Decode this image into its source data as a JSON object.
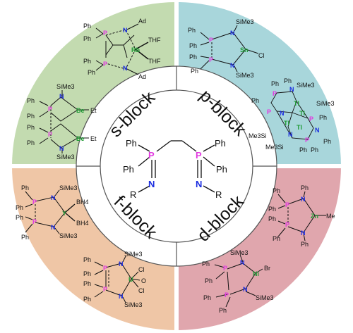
{
  "colors": {
    "s_block": "#c3dbb0",
    "p_block": "#a8d6db",
    "f_block": "#efc6a6",
    "d_block": "#e0a6ad",
    "phosphorus": "#e23be0",
    "nitrogen": "#1c2ee0",
    "metal_green": "#1f9a34",
    "inner_ring": "#ffffff",
    "ring_stroke": "#555555"
  },
  "quadrants": {
    "s": {
      "label": "s-block"
    },
    "p": {
      "label": "p-block"
    },
    "f": {
      "label": "f-block"
    },
    "d": {
      "label": "d-block"
    }
  },
  "center_ligand": {
    "Ph_tl1": "Ph",
    "Ph_tl2": "Ph",
    "Ph_tr1": "Ph",
    "Ph_tr2": "Ph",
    "P_left": "P",
    "P_right": "P",
    "N_left": "N",
    "N_right": "N",
    "R_left": "R",
    "R_right": "R"
  },
  "s_molecules": {
    "rb": {
      "Ph1": "Ph",
      "Ph2": "Ph",
      "Ph3": "Ph",
      "Ph4": "Ph",
      "P1": "P",
      "P2": "P",
      "N1": "N",
      "N2": "N",
      "Ad1": "Ad",
      "Ad2": "Ad",
      "M": "Rb",
      "THF1": "THF",
      "THF2": "THF"
    },
    "be": {
      "Ph1": "Ph",
      "Ph2": "Ph",
      "Ph3": "Ph",
      "Ph4": "Ph",
      "P1": "P",
      "P2": "P",
      "N1": "N",
      "N2": "N",
      "Si1": "SiMe3",
      "Si2": "SiMe3",
      "M1": "Be",
      "M2": "Be",
      "Et1": "Et",
      "Et2": "Et"
    }
  },
  "p_molecules": {
    "sn": {
      "Ph1": "Ph",
      "Ph2": "Ph",
      "Ph3": "Ph",
      "Ph4": "Ph",
      "P1": "P",
      "P2": "P",
      "N1": "N",
      "N2": "N",
      "Si1": "SiMe3",
      "Si2": "SiMe3",
      "M": "Sn",
      "X": "Cl"
    },
    "cluster": {
      "Ph1": "Ph",
      "Ph2": "Ph",
      "Ph3": "Ph",
      "Ph4": "Ph",
      "Ph5": "Ph",
      "Ph6": "Ph",
      "Ph7": "Ph",
      "P1": "P",
      "P2": "P",
      "P3": "P",
      "P4": "P",
      "N1": "N",
      "N2": "N",
      "N3": "N",
      "N4": "N",
      "Tl1": "Tl",
      "Tl2": "Tl",
      "Tl3": "Tl",
      "Tl4": "Tl",
      "Si1": "SiMe3",
      "Si2": "SiMe3",
      "Si3": "Me3Si",
      "Si4": "Me3Si"
    }
  },
  "f_molecules": {
    "y": {
      "Ph1": "Ph",
      "Ph2": "Ph",
      "Ph3": "Ph",
      "Ph4": "Ph",
      "P1": "P",
      "P2": "P",
      "N1": "N",
      "N2": "N",
      "Si1": "SiMe3",
      "Si2": "SiMe3",
      "M": "Y",
      "BH1": "BH4",
      "BH2": "BH4"
    },
    "u": {
      "Ph1": "Ph",
      "Ph2": "Ph",
      "Ph3": "Ph",
      "Ph4": "Ph",
      "P1": "P",
      "P2": "P",
      "N1": "N",
      "N2": "N",
      "Si1": "SiMe3",
      "Si2": "SiMe3",
      "M": "U",
      "Cl1": "Cl",
      "Cl2": "Cl",
      "O": "O"
    }
  },
  "d_molecules": {
    "zn": {
      "Ph1": "Ph",
      "Ph2": "Ph",
      "Ph3": "Ph",
      "Ph4": "Ph",
      "Ph5": "Ph",
      "Ph6": "Ph",
      "P1": "P",
      "P2": "P",
      "N1": "N",
      "N2": "N",
      "M": "Zn",
      "Me": "Me"
    },
    "ni": {
      "Ph1": "Ph",
      "Ph2": "Ph",
      "Ph3": "Ph",
      "Ph4": "Ph",
      "P1": "P",
      "P2": "P",
      "N1": "N",
      "N2": "N",
      "Si1": "SiMe3",
      "Si2": "SiMe3",
      "M": "Ni",
      "Br": "Br"
    }
  }
}
